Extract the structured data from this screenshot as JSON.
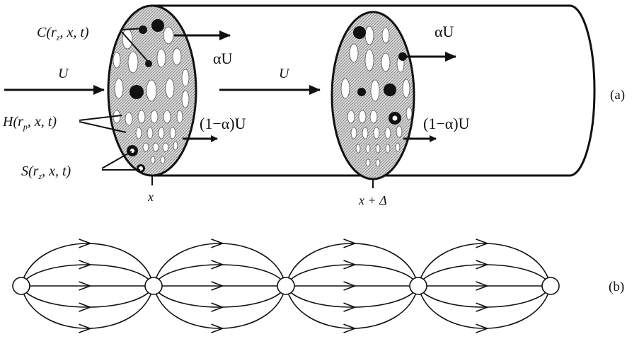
{
  "labels": {
    "C": "C(r",
    "C_sub": "z",
    "C_tail": ", x, t)",
    "H": "H(r",
    "H_sub": "p",
    "H_tail": ", x, t)",
    "S": "S(r",
    "S_sub": "z",
    "S_tail": ", x, t)",
    "U_left": "U",
    "U_mid": "U",
    "alphaU_1": "αU",
    "alphaU_2": "αU",
    "oneminus_1": "(1−α)U",
    "oneminus_2": "(1−α)U",
    "x": "x",
    "x_delta": "x + Δ",
    "panel_a": "(a)",
    "panel_b": "(b)"
  },
  "network": {
    "node_count": 5,
    "edges_per_segment": 5
  }
}
